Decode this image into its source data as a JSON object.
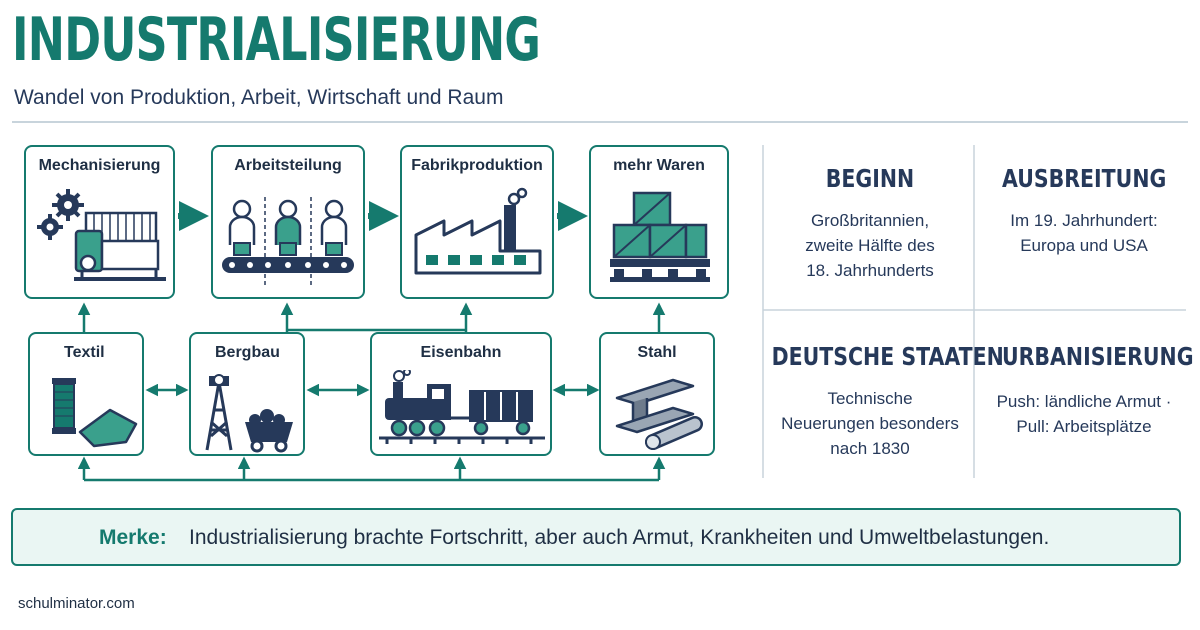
{
  "header": {
    "title": "INDUSTRIALISIERUNG",
    "subtitle": "Wandel von Produktion, Arbeit, Wirtschaft und Raum"
  },
  "flow_top": [
    {
      "label": "Mechanisierung",
      "icon": "gears-loom-icon"
    },
    {
      "label": "Arbeitsteilung",
      "icon": "assembly-line-icon"
    },
    {
      "label": "Fabrikproduktion",
      "icon": "factory-icon"
    },
    {
      "label": "mehr Waren",
      "icon": "crates-icon"
    }
  ],
  "flow_bottom": [
    {
      "label": "Textil",
      "icon": "yarn-cloth-icon"
    },
    {
      "label": "Bergbau",
      "icon": "mine-cart-icon"
    },
    {
      "label": "Eisenbahn",
      "icon": "locomotive-icon"
    },
    {
      "label": "Stahl",
      "icon": "steel-beam-icon"
    }
  ],
  "panels": [
    {
      "title": "BEGINN",
      "lines": [
        "Großbritannien,",
        "zweite Hälfte des",
        "18. Jahrhunderts"
      ]
    },
    {
      "title": "AUSBREITUNG",
      "lines": [
        "Im 19. Jahrhundert:",
        "Europa und USA"
      ]
    },
    {
      "title": "DEUTSCHE STAATEN",
      "lines": [
        "Technische",
        "Neuerungen besonders",
        "nach 1830"
      ]
    },
    {
      "title": "URBANISIERUNG",
      "lines": [
        "Push: ländliche Armut ·",
        "Pull: Arbeitsplätze"
      ]
    }
  ],
  "note": {
    "label": "Merke:",
    "text": "Industrialisierung brachte Fortschritt, aber auch Armut, Krankheiten und Umweltbelastungen."
  },
  "footer": {
    "source": "schulminator.com"
  },
  "colors": {
    "accent": "#157a6e",
    "accent_light": "#3aa08c",
    "text": "#1f2f44",
    "divider": "#c8d4dc",
    "note_bg": "#eaf6f3"
  }
}
